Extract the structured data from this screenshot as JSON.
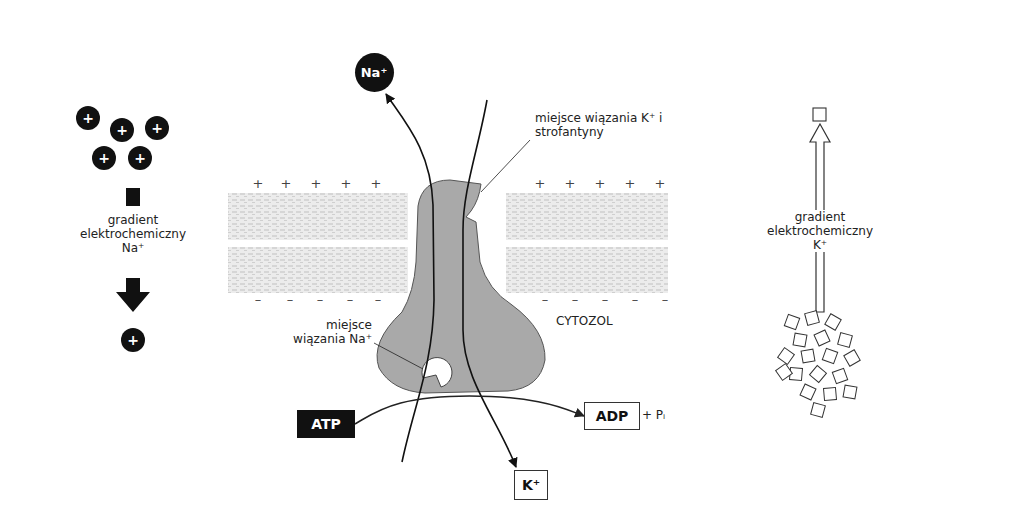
{
  "diagram": {
    "nodes": [
      {
        "text": [
          "+"
        ]
      },
      {
        "text": [
          "+"
        ]
      },
      {
        "text": [
          "+"
        ]
      },
      {
        "text": [
          "+"
        ]
      },
      {
        "text": [
          "+"
        ]
      },
      {
        "text": [
          "Na⁺"
        ]
      },
      {
        "text": [
          "ATP"
        ]
      },
      {
        "text": [
          "ADP"
        ]
      },
      {
        "text": [
          "K⁺"
        ]
      },
      {
        "text": [
          "+"
        ]
      }
    ],
    "edges": [
      {
        "from": 6,
        "to": 7,
        "arrow": "to"
      }
    ],
    "labels": [
      "miejsce wiązania K⁺ i strofantyny",
      "miejsce wiązania Na⁺",
      "gradient elektrochemiczny Na⁺",
      "CYTOZOL",
      "gradient elektrochemiczny K⁺",
      "+ Pᵢ",
      "+",
      "+",
      "+",
      "+",
      "+",
      "+",
      "+",
      "+",
      "+",
      "+",
      "–",
      "–",
      "–",
      "–",
      "–",
      "–",
      "–",
      "–",
      "–",
      "–"
    ]
  }
}
